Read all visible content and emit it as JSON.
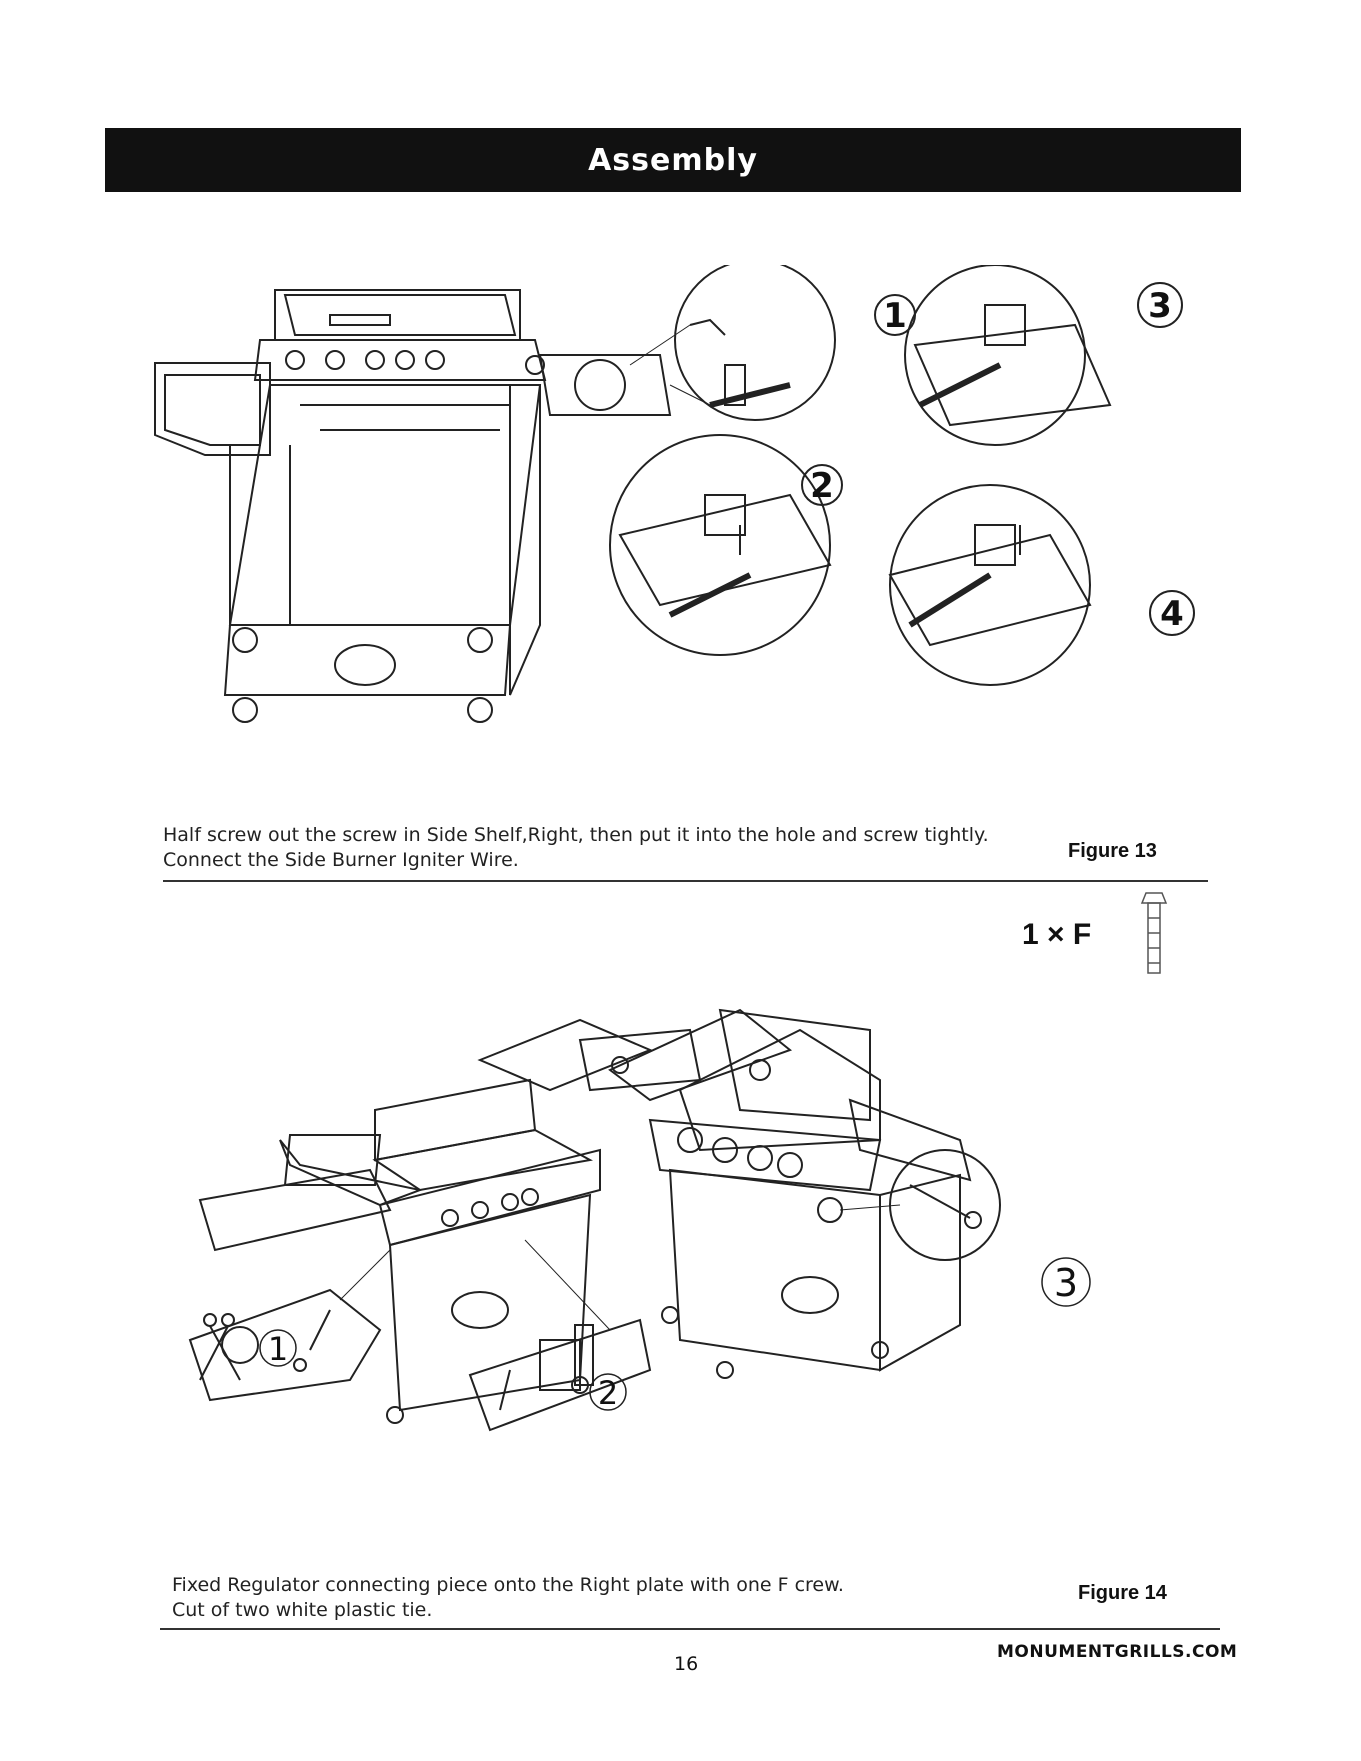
{
  "header": {
    "title": "Assembly"
  },
  "figure13": {
    "caption_line1": "Half screw out the screw in Side Shelf,Right,  then put it into the hole and screw tightly.",
    "caption_line2": "Connect the Side Burner Igniter Wire.",
    "label": "Figure 13",
    "steps": [
      "1",
      "2",
      "3",
      "4"
    ]
  },
  "parts": {
    "quantity": "1 × F"
  },
  "figure14": {
    "caption_line1": "Fixed Regulator connecting piece onto the Right plate with one  F crew.",
    "caption_line2": "Cut of two white plastic tie.",
    "label": "Figure 14",
    "steps": [
      "1",
      "2",
      "3"
    ]
  },
  "footer": {
    "page_number": "16",
    "website": "MONUMENTGRILLS.COM"
  }
}
